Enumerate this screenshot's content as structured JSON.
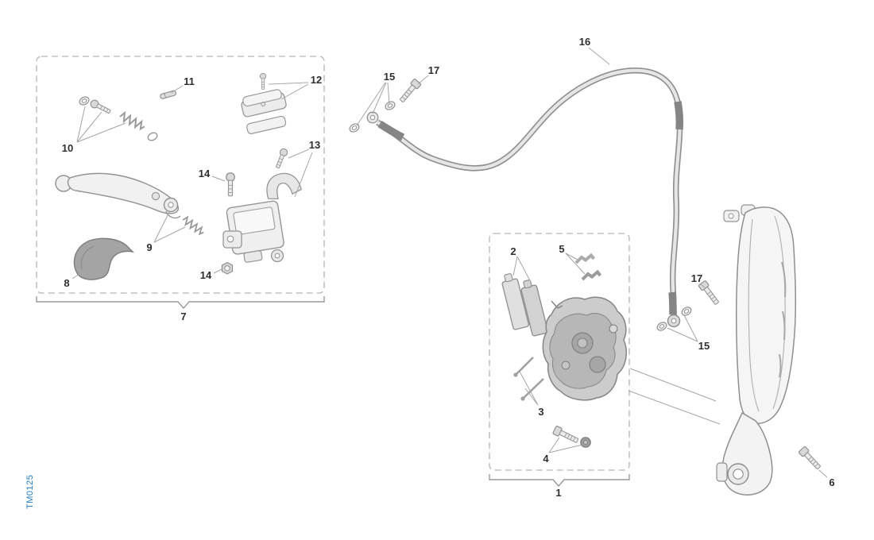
{
  "diagram": {
    "code": "TM0125",
    "colors": {
      "line": "#9a9a9a",
      "label": "#2f2f2f",
      "code_blue": "#1f7ac0"
    },
    "callouts": {
      "n1": "1",
      "n2": "2",
      "n3": "3",
      "n4": "4",
      "n5": "5",
      "n6": "6",
      "n7": "7",
      "n8": "8",
      "n9": "9",
      "n10": "10",
      "n11": "11",
      "n12": "12",
      "n13": "13",
      "n14": "14",
      "n15": "15",
      "n16": "16",
      "n17": "17"
    }
  }
}
